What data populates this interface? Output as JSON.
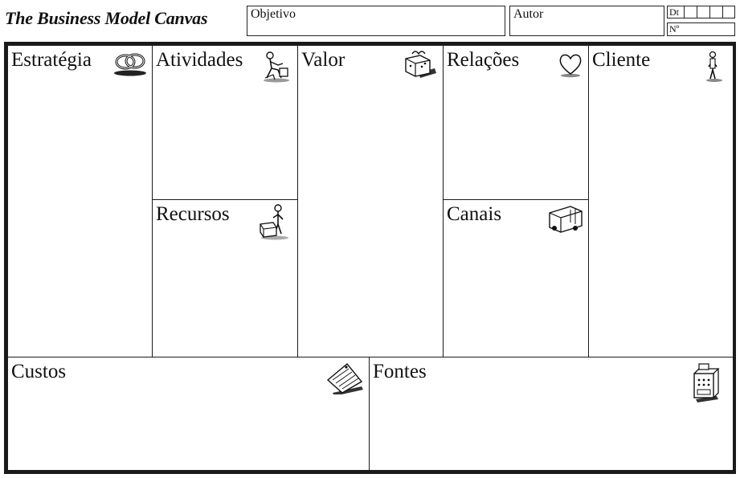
{
  "header": {
    "title": "The Business Model Canvas",
    "objective_label": "Objetivo",
    "author_label": "Autor",
    "date_label": "Dt",
    "number_label": "Nº"
  },
  "blocks": {
    "estrategia": {
      "title": "Estratégia",
      "icon": "linked-rings-icon"
    },
    "atividades": {
      "title": "Atividades",
      "icon": "worker-icon"
    },
    "recursos": {
      "title": "Recursos",
      "icon": "person-with-box-icon"
    },
    "valor": {
      "title": "Valor",
      "icon": "gift-box-icon"
    },
    "relacoes": {
      "title": "Relações",
      "icon": "heart-icon"
    },
    "canais": {
      "title": "Canais",
      "icon": "delivery-truck-icon"
    },
    "cliente": {
      "title": "Cliente",
      "icon": "standing-person-icon"
    },
    "custos": {
      "title": "Custos",
      "icon": "price-tag-icon"
    },
    "fontes": {
      "title": "Fontes",
      "icon": "cash-register-icon"
    }
  }
}
